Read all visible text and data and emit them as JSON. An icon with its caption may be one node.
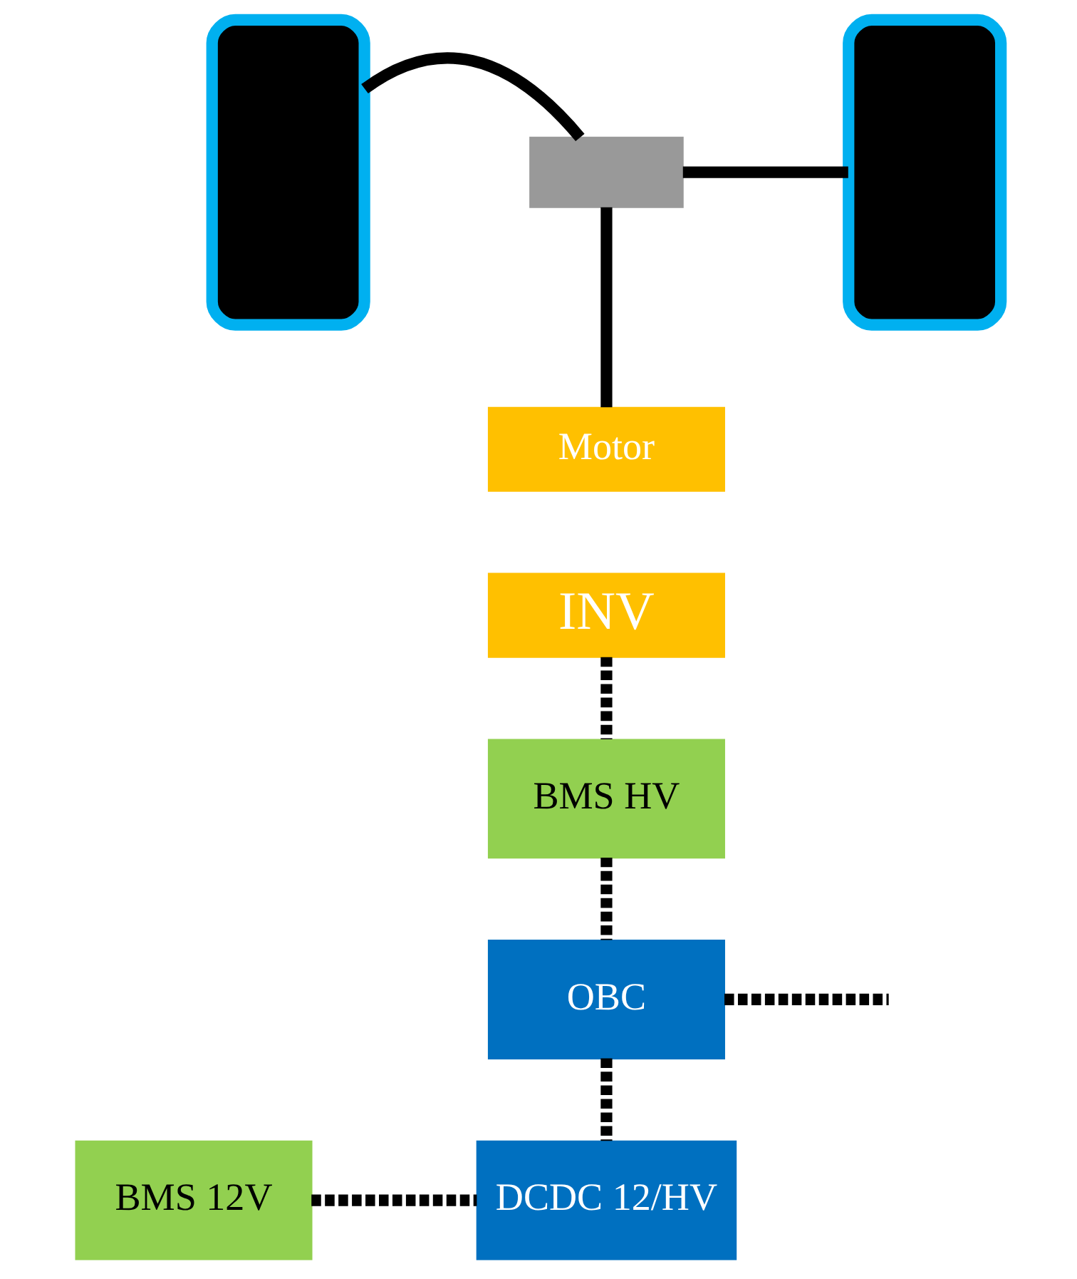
{
  "diagram": {
    "nodes": [
      {
        "text": [],
        "shape": "box"
      },
      {
        "text": [],
        "shape": "box"
      },
      {
        "text": [],
        "shape": "box"
      },
      {
        "text": [
          "Motor"
        ]
      },
      {
        "text": [
          "INV"
        ]
      },
      {
        "text": [
          "BMS HV"
        ]
      },
      {
        "text": [
          "OBC"
        ]
      },
      {
        "text": [
          "DCDC 12/HV"
        ]
      },
      {
        "text": [
          "BMS 12V"
        ]
      }
    ],
    "edges": [
      {
        "from": 0,
        "to": 1,
        "arrow": "none"
      },
      {
        "from": 1,
        "to": 2,
        "arrow": "none"
      },
      {
        "from": 1,
        "to": 3,
        "arrow": "none"
      },
      {
        "from": 4,
        "to": 5,
        "arrow": "none",
        "style": "dashed"
      },
      {
        "from": 5,
        "to": 6,
        "arrow": "none",
        "style": "dashed"
      },
      {
        "from": 6,
        "to": null,
        "arrow": "none",
        "style": "dashed"
      },
      {
        "from": 6,
        "to": 7,
        "arrow": "none",
        "style": "dashed"
      },
      {
        "from": 8,
        "to": 7,
        "arrow": "none",
        "style": "dashed"
      }
    ]
  }
}
